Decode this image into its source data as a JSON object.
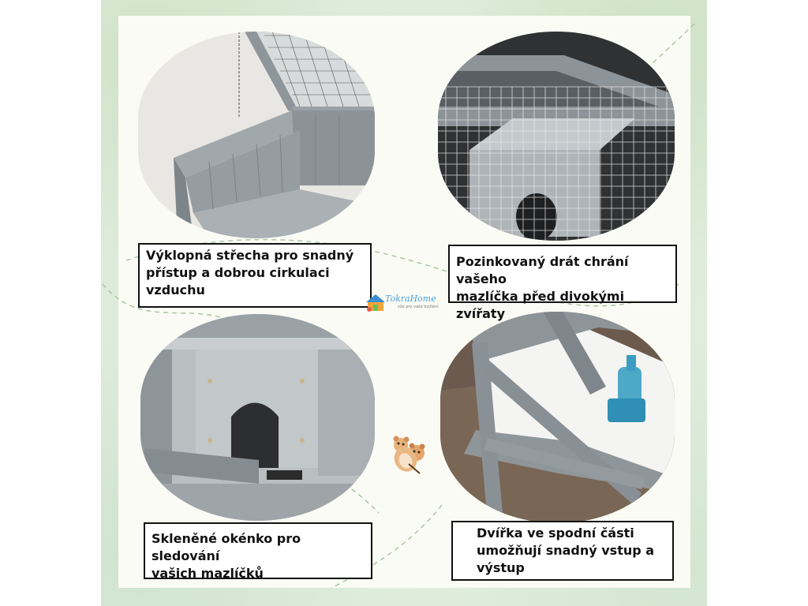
{
  "panels": [
    {
      "caption_lines": [
        "Výklopná střecha pro snadný",
        "přístup a dobrou cirkulaci",
        "vzduchu"
      ]
    },
    {
      "caption_lines": [
        "Pozinkovaný drát chrání vašeho",
        "mazlíčka před divokými zvířaty"
      ]
    },
    {
      "caption_lines": [
        "Skleněné okénko pro sledování",
        "vašich mazlíčků"
      ]
    },
    {
      "caption_lines": [
        "Dvířka ve spodní části",
        "umožňují snadný vstup a",
        "výstup"
      ]
    }
  ],
  "logo": {
    "name": "TokraHome",
    "tagline": "vše pro vaše bydlení"
  },
  "colors": {
    "wood_gray": "#8d9499",
    "wood_light": "#b7bcc0",
    "background_green": "#e4efe0",
    "paper": "#fbfbf5",
    "logo_blue": "#4b9fd6"
  }
}
